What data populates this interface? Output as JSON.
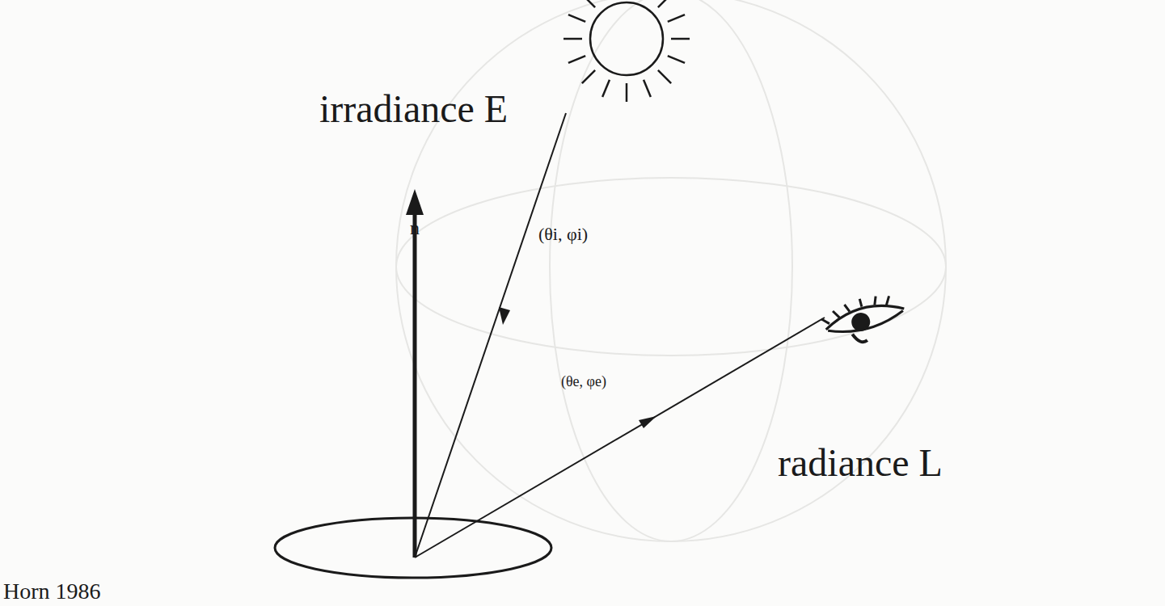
{
  "diagram": {
    "labels": [
      "irradiance E",
      "n",
      "(θi, φi)",
      "(θe, φe)",
      "radiance L",
      "Horn 1986"
    ]
  }
}
